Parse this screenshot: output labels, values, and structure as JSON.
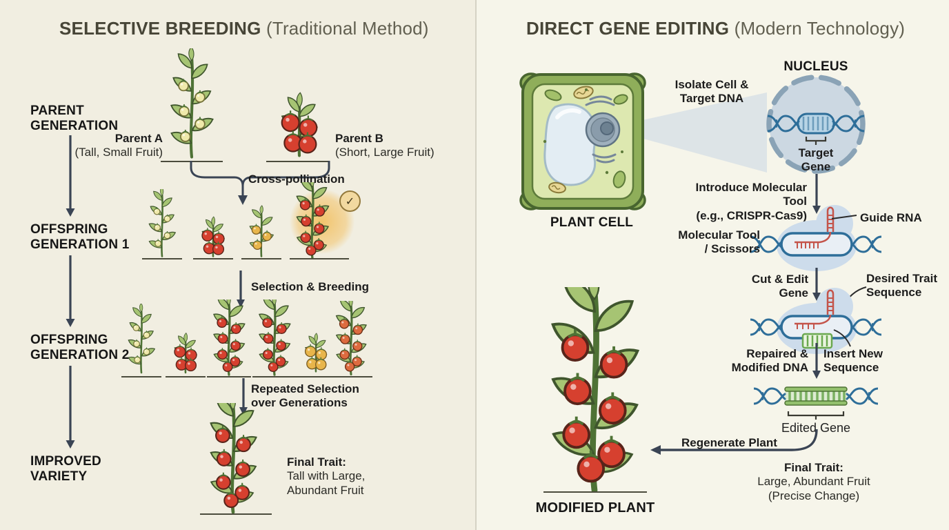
{
  "left": {
    "title_bold": "SELECTIVE BREEDING",
    "title_light": " (Traditional Method)",
    "stage_parent_1": "PARENT",
    "stage_parent_2": "GENERATION",
    "stage_off1_1": "OFFSPRING",
    "stage_off1_2": "GENERATION 1",
    "stage_off2_1": "OFFSPRING",
    "stage_off2_2": "GENERATION 2",
    "stage_improved_1": "IMPROVED",
    "stage_improved_2": "VARIETY",
    "parent_a_name": "Parent A",
    "parent_a_trait": "(Tall, Small Fruit)",
    "parent_b_name": "Parent B",
    "parent_b_trait": "(Short, Large Fruit)",
    "cross_pollination": "Cross-pollination",
    "selection_breeding": "Selection & Breeding",
    "repeated_1": "Repeated Selection",
    "repeated_2": "over Generations",
    "final_label": "Final Trait:",
    "final_1": "Tall with Large,",
    "final_2": "Abundant Fruit",
    "checkmark": "✓"
  },
  "right": {
    "title_bold": "DIRECT GENE EDITING",
    "title_light": " (Modern Technology)",
    "nucleus": "NUCLEUS",
    "isolate_1": "Isolate Cell &",
    "isolate_2": "Target DNA",
    "plant_cell": "PLANT CELL",
    "target_gene_1": "Target",
    "target_gene_2": "Gene",
    "introduce_1": "Introduce Molecular Tool",
    "introduce_2": "(e.g., CRISPR-Cas9)",
    "guide_rna": "Guide RNA",
    "molecular_tool_1": "Molecular Tool",
    "molecular_tool_2": "/ Scissors",
    "cut_edit": "Cut & Edit Gene",
    "desired_1": "Desired Trait",
    "desired_2": "Sequence",
    "repaired_1": "Repaired &",
    "repaired_2": "Modified DNA",
    "insert_1": "Insert New",
    "insert_2": "Sequence",
    "edited_gene": "Edited Gene",
    "regenerate": "Regenerate Plant",
    "final_label": "Final Trait:",
    "final_1": "Large, Abundant Fruit",
    "final_2": "(Precise Change)",
    "modified_plant": "MODIFIED PLANT"
  },
  "colors": {
    "background_left": "#f1eee1",
    "background_right": "#f6f5ea",
    "arrow": "#3a4454",
    "tomato_red": "#d6402f",
    "fruit_yellow": "#efe9ab",
    "fruit_orange": "#e8b54b",
    "dna_blue": "#2e6e99",
    "guide_rna_red": "#c4544a",
    "insert_green": "#6aa84f",
    "cell_green": "#8fae5a",
    "highlight_glow": "#f2ba50"
  }
}
